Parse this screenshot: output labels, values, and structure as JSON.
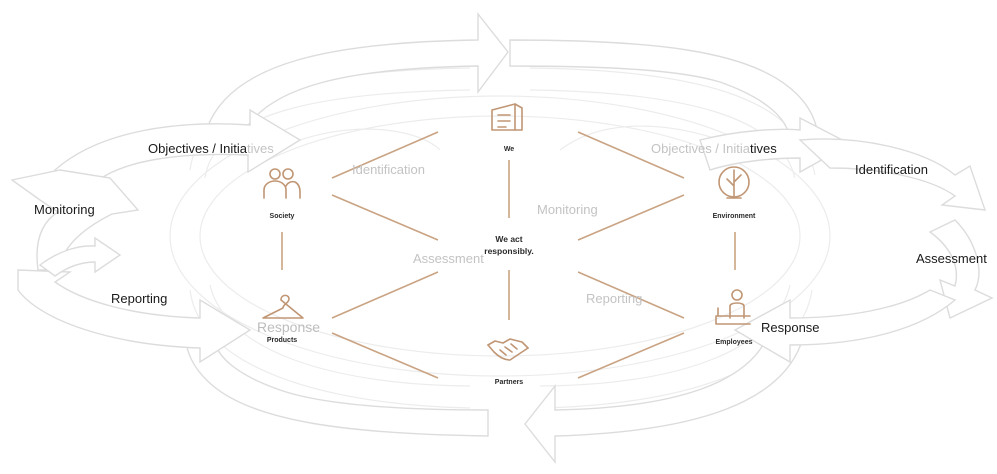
{
  "diagram": {
    "center": {
      "line1": "We act",
      "line2": "responsibly."
    },
    "nodes": {
      "we": "We",
      "society": "Society",
      "products": "Products",
      "partners": "Partners",
      "environment": "Environment",
      "employees": "Employees"
    },
    "cycle_labels": {
      "objectives_left_dark": "Objectives / Initia",
      "objectives_left_faint": "tives",
      "objectives_right_faint": "Objectives / Initia",
      "objectives_right_dark": "tives",
      "identification_left": "Identification",
      "identification_right": "Identification",
      "monitoring_left": "Monitoring",
      "monitoring_center": "Monitoring",
      "assessment_center": "Assessment",
      "assessment_right": "Assessment",
      "reporting_left": "Reporting",
      "reporting_center": "Reporting",
      "response_left": "Response",
      "response_right": "Response"
    },
    "colors": {
      "accent": "#c09674",
      "connector": "#c9a382",
      "arrow_outline": "#dcdcdc",
      "text_dark": "#1a1a1a",
      "text_faint": "#c3c3c3"
    }
  }
}
